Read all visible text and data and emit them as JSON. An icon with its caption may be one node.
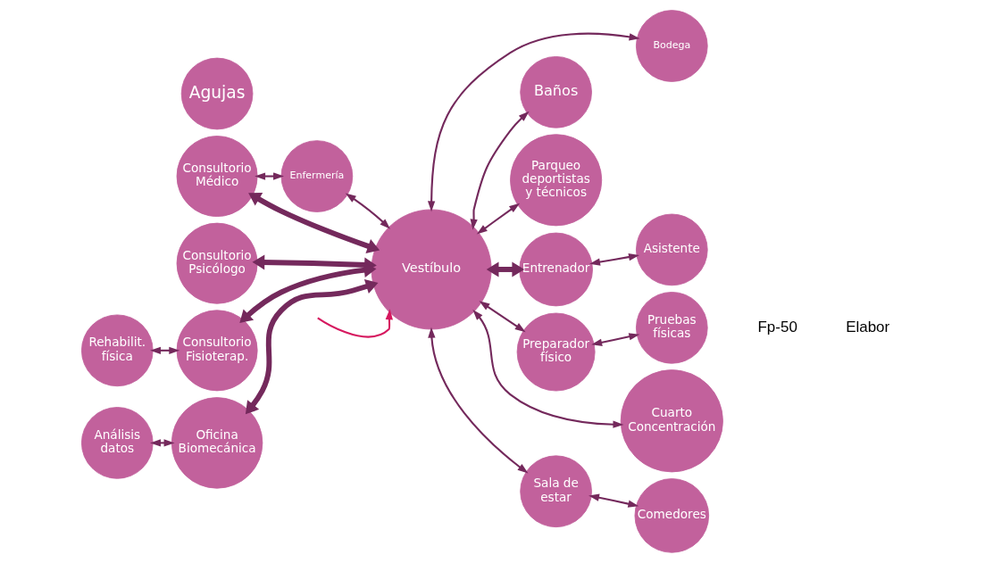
{
  "diagram": {
    "nodes": [
      {
        "text": [
          "Agujas"
        ]
      },
      {
        "text": [
          "Consultorio Médico"
        ]
      },
      {
        "text": [
          "Parqueo deportistas y técnicos"
        ]
      },
      {
        "text": [
          "Enfermería"
        ]
      },
      {
        "text": [
          "Baños"
        ]
      },
      {
        "text": [
          "Bodega"
        ]
      },
      {
        "text": [
          "Consultorio Psicólogo"
        ]
      },
      {
        "text": [
          "Vestíbulo"
        ]
      },
      {
        "text": [
          "Rehabilit. física"
        ]
      },
      {
        "text": [
          "Consultorio Fisioterap."
        ]
      },
      {
        "text": [
          "Entrenador"
        ]
      },
      {
        "text": [
          "Preparador físico"
        ]
      },
      {
        "text": [
          "Cuarto Concentración"
        ]
      },
      {
        "text": [
          "Análisis datos"
        ]
      },
      {
        "text": [
          "Oficina Biomecánica"
        ]
      },
      {
        "text": [
          "Comedores"
        ]
      },
      {
        "text": [
          "Sala de estar"
        ]
      },
      {
        "text": [
          "Asistente"
        ]
      },
      {
        "text": [
          "Pruebas físicas"
        ]
      }
    ],
    "edges": [
      {
        "from": 7,
        "to": 1,
        "arrow": "both",
        "style": "thick"
      },
      {
        "from": 7,
        "to": 6,
        "arrow": "both",
        "style": "thick"
      },
      {
        "from": 7,
        "to": 9,
        "arrow": "both",
        "style": "thick"
      },
      {
        "from": 7,
        "to": 14,
        "arrow": "both",
        "style": "thick"
      },
      {
        "from": 1,
        "to": 3,
        "arrow": "both"
      },
      {
        "from": 3,
        "to": 7,
        "arrow": "both"
      },
      {
        "from": 2,
        "to": 7,
        "arrow": "both"
      },
      {
        "from": 7,
        "to": 4,
        "arrow": "both"
      },
      {
        "from": 7,
        "to": 5,
        "arrow": "both"
      },
      {
        "from": 7,
        "to": 12,
        "arrow": "both"
      },
      {
        "from": 7,
        "to": 11,
        "arrow": "both"
      },
      {
        "from": 7,
        "to": 10,
        "arrow": "both",
        "style": "thick"
      },
      {
        "from": 7,
        "to": 16,
        "arrow": "both"
      },
      {
        "from": 15,
        "to": 16,
        "arrow": "both"
      },
      {
        "from": 10,
        "to": 17,
        "arrow": "both"
      },
      {
        "from": 11,
        "to": 18,
        "arrow": "both"
      },
      {
        "from": 8,
        "to": 9,
        "arrow": "both"
      },
      {
        "from": 13,
        "to": 14,
        "arrow": "both"
      },
      {
        "from": null,
        "to": 7,
        "arrow": "to",
        "color": "#d6185f"
      }
    ],
    "labels": [
      "Fp-50",
      "Elabor"
    ]
  }
}
